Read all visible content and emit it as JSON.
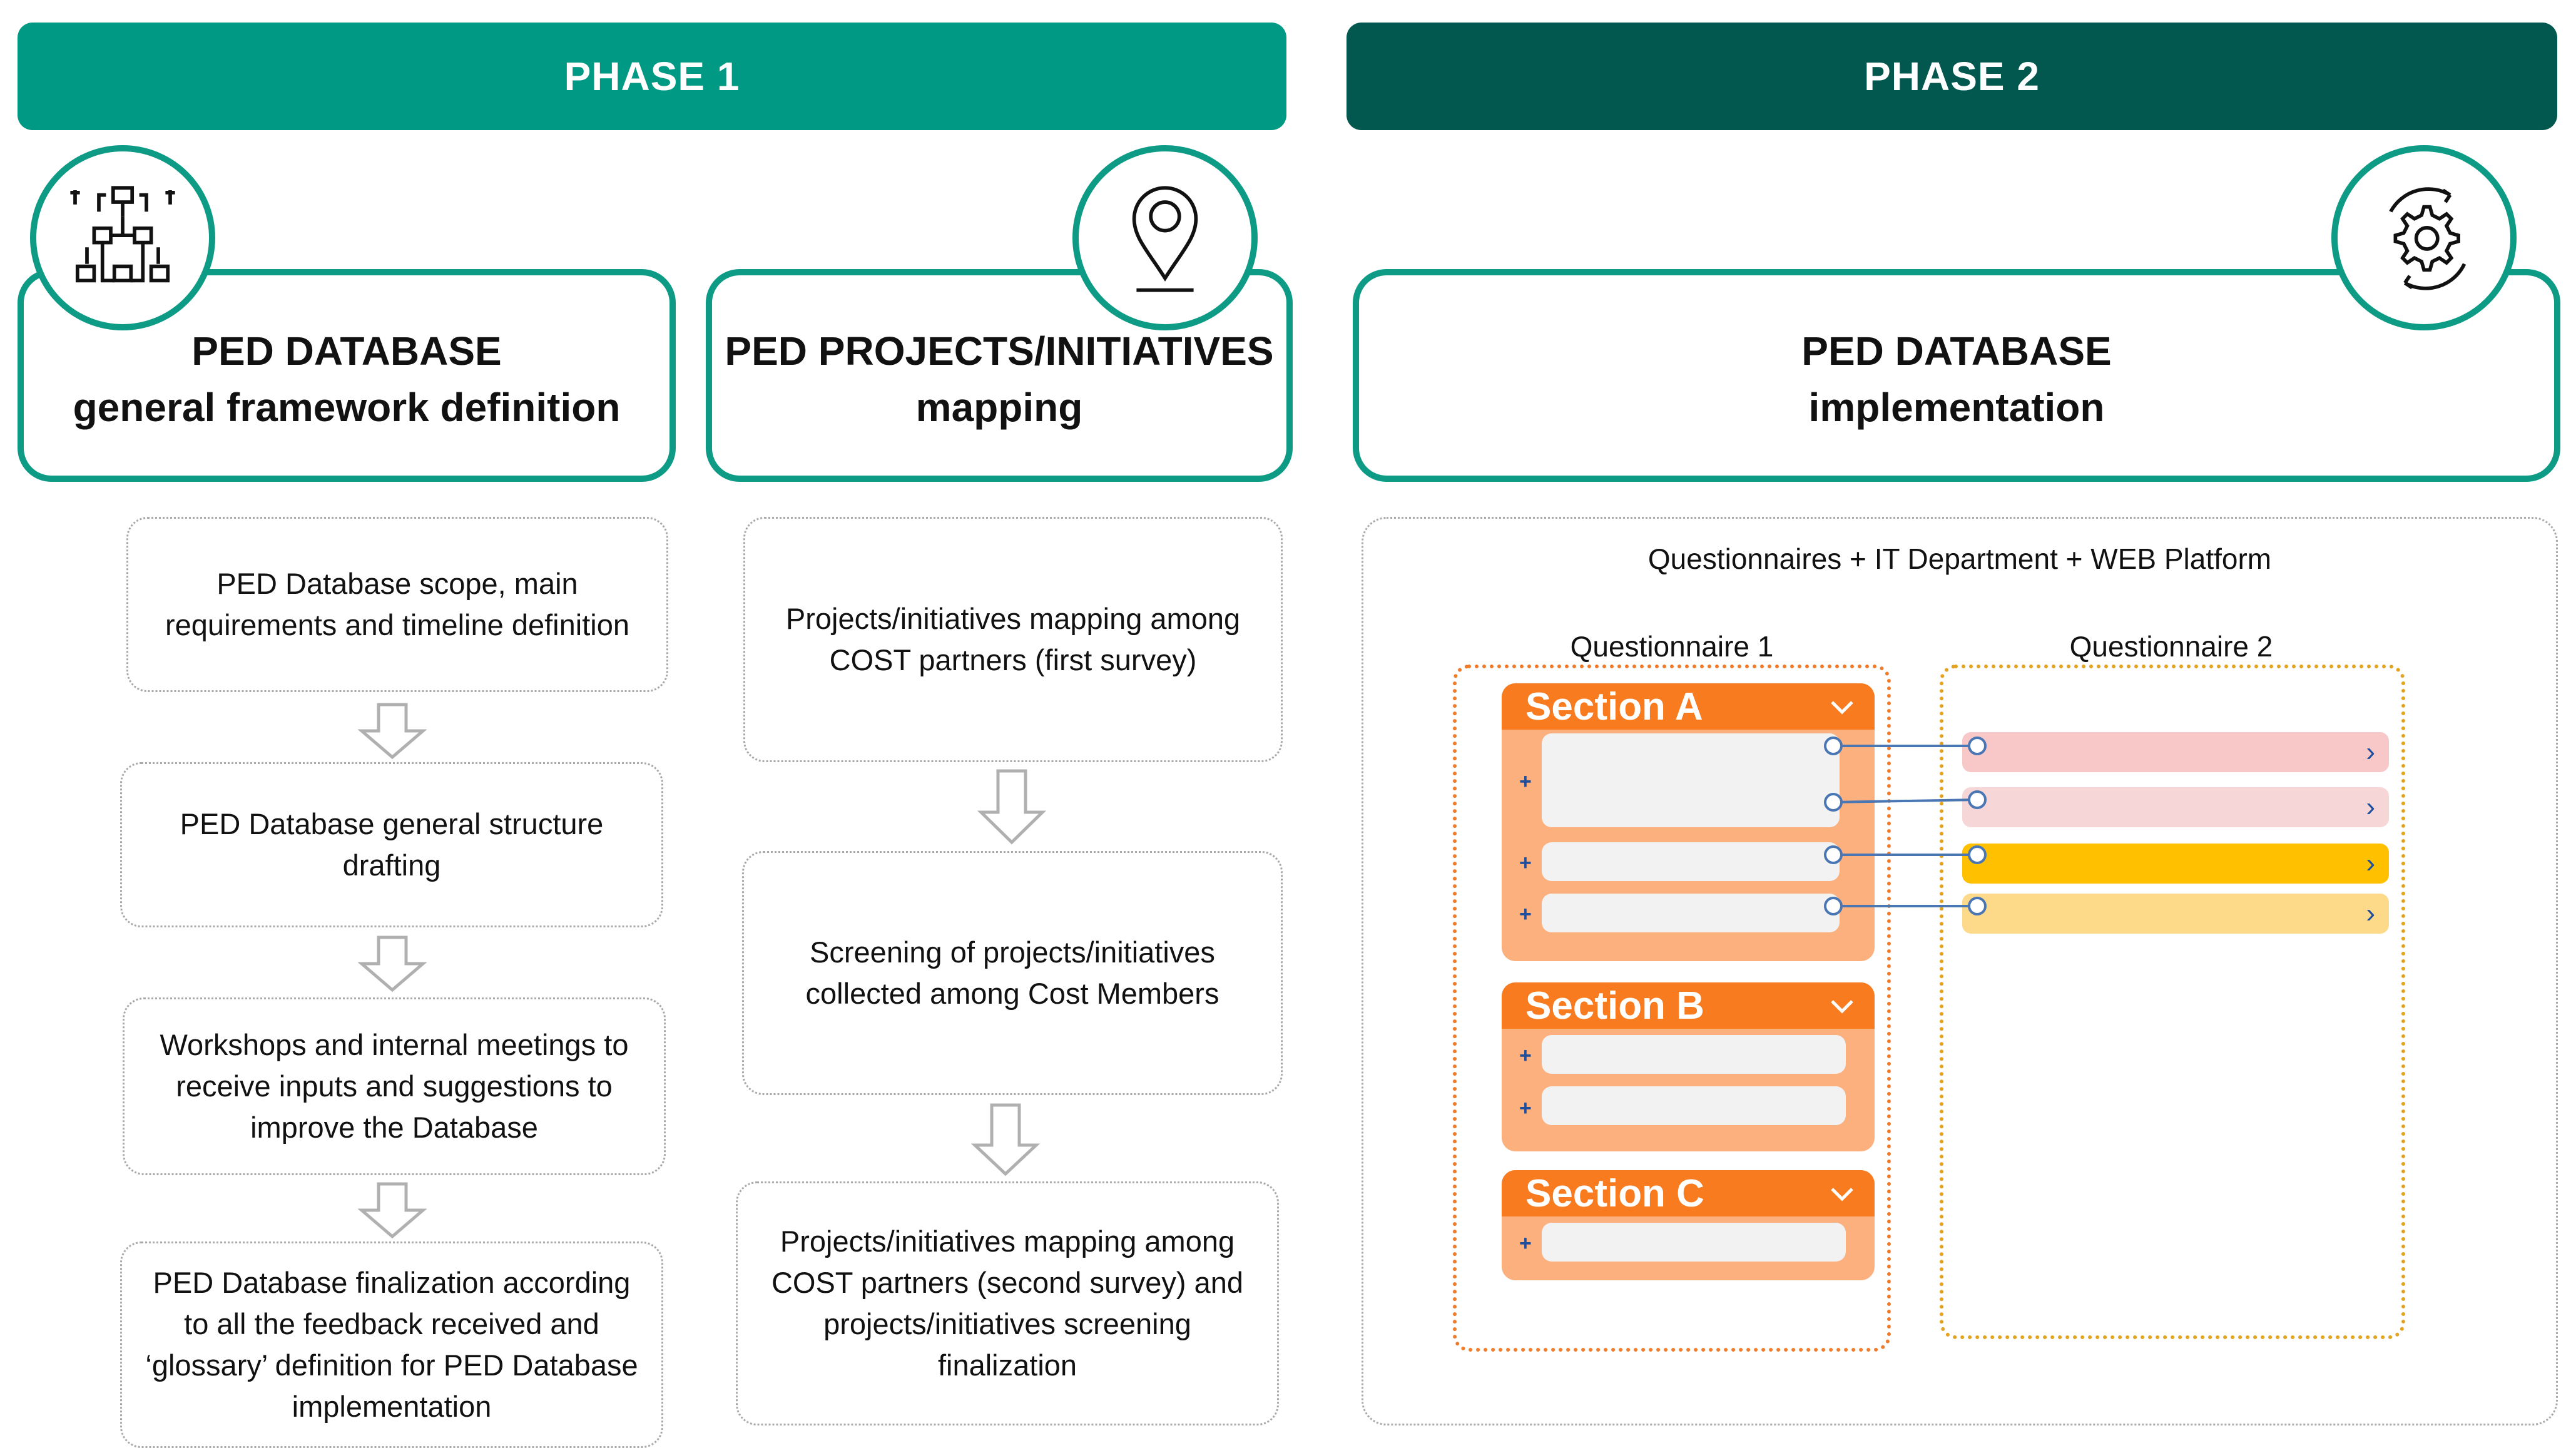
{
  "phases": [
    {
      "label": "PHASE 1",
      "color": "#009983"
    },
    {
      "label": "PHASE 2",
      "color": "#02574f"
    }
  ],
  "headers": {
    "framework": {
      "line1": "PED DATABASE",
      "line2": "general framework definition",
      "icon": "database-structure-icon"
    },
    "mapping": {
      "line1": "PED PROJECTS/INITIATIVES",
      "line2": "mapping",
      "icon": "location-pin-icon"
    },
    "implementation": {
      "line1": "PED DATABASE",
      "line2": "implementation",
      "icon": "gear-refresh-icon"
    }
  },
  "framework_steps": [
    "PED Database scope, main requirements and timeline definition",
    "PED Database general structure drafting",
    "Workshops and internal meetings to receive inputs and suggestions to improve the Database",
    "PED Database finalization according to all the feedback received and ‘glossary’ definition for PED Database implementation"
  ],
  "mapping_steps": [
    "Projects/initiatives mapping among COST partners (first survey)",
    "Screening of projects/initiatives collected among Cost Members",
    "Projects/initiatives mapping among COST partners (second survey) and projects/initiatives screening finalization"
  ],
  "implementation": {
    "caption": "Questionnaires + IT Department + WEB Platform",
    "questionnaire1": {
      "label": "Questionnaire  1",
      "border_color": "#f07b2a"
    },
    "questionnaire2": {
      "label": "Questionnaire  2",
      "border_color": "#e3a21f"
    },
    "sections": [
      {
        "label": "Section A"
      },
      {
        "label": "Section B"
      },
      {
        "label": "Section C"
      }
    ],
    "q2_bar_colors": [
      "#f8c8c8",
      "#f6d6d6",
      "#ffc000",
      "#fdd98a"
    ],
    "connector_color": "#4a77b4"
  }
}
